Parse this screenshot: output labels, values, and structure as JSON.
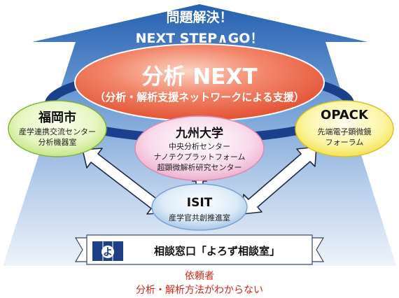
{
  "header": {
    "line1": "問題解決！",
    "line2": "NEXT STEP∧GO！"
  },
  "center": {
    "title": "分析 NEXT",
    "subtitle": "（分析・解析支援ネットワークによる支援）"
  },
  "nodes": {
    "fukuoka": {
      "title": "福岡市",
      "line1": "産学連携交流センター",
      "line2": "分析機器室"
    },
    "kyushu": {
      "title": "九州大学",
      "line1": "中央分析センター",
      "line2": "ナノテクプラットフォーム",
      "line3": "超顕微解析研究センター"
    },
    "opack": {
      "title": "OPACK",
      "line1": "先端電子顕微鏡",
      "line2": "フォーラム"
    },
    "isit": {
      "title": "ISIT",
      "line1": "産学官共創推進室"
    }
  },
  "banner": {
    "label": "相談窓口「よろず相談室」",
    "logo_char": "よ"
  },
  "footer": {
    "line1": "依頼者",
    "line2": "分析・解析方法がわからない"
  },
  "colors": {
    "arrow_top": "#2a68b6",
    "arrow_bottom": "#e3ecf7",
    "ring": "#1a3f8c",
    "center_fill": "#e9573a",
    "fukuoka_fill": "#dff2b4",
    "kyushu_fill": "#f6d3e6",
    "opack_fill": "#fbf29e",
    "isit_fill": "#cfe1f3",
    "footer_text": "#d62718"
  }
}
